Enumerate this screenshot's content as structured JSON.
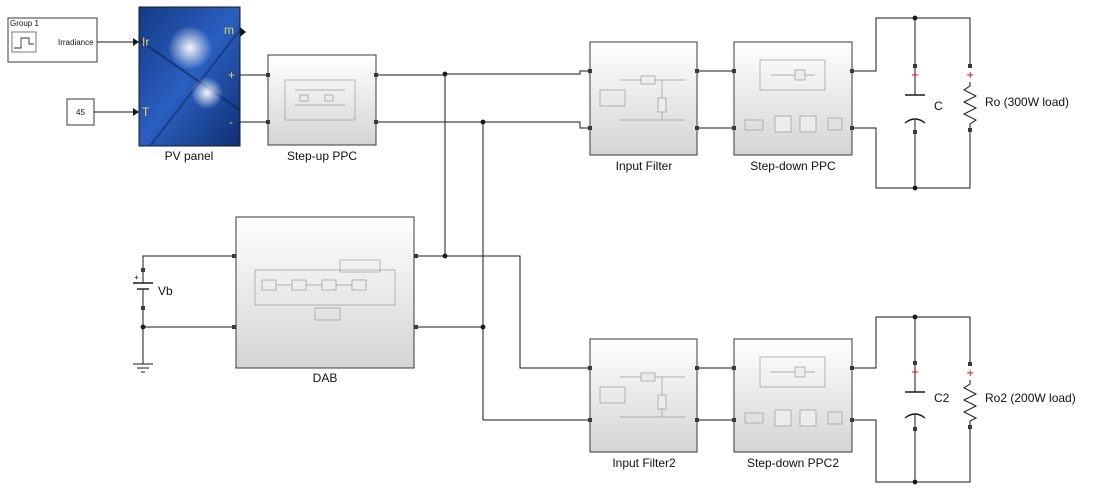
{
  "blocks": {
    "signal_builder": {
      "title": "Group 1",
      "signal": "Irradiance"
    },
    "constant": {
      "value": "45"
    },
    "pv_panel": {
      "label": "PV panel",
      "port_ir": "Ir",
      "port_t": "T",
      "port_m": "m",
      "port_plus": "+",
      "port_minus": "-"
    },
    "step_up": {
      "label": "Step-up PPC"
    },
    "dab": {
      "label": "DAB"
    },
    "battery": {
      "label": "Vb",
      "plus": "+"
    },
    "input_filter_1": {
      "label": "Input Filter"
    },
    "step_down_1": {
      "label": "Step-down PPC"
    },
    "input_filter_2": {
      "label": "Input Filter2"
    },
    "step_down_2": {
      "label": "Step-down PPC2"
    },
    "capacitor_1": {
      "label": "C",
      "plus": "+"
    },
    "resistor_1": {
      "label": "Ro (300W load)",
      "plus": "+"
    },
    "capacitor_2": {
      "label": "C2",
      "plus": "+"
    },
    "resistor_2": {
      "label": "Ro2 (200W load)",
      "plus": "+"
    }
  },
  "colors": {
    "wire": "#1a1a1a",
    "block_fill_top": "#ffffff",
    "block_fill_bottom": "#d6d6d6",
    "pv_blue": "#1f4fa8",
    "pv_text": "#e8d44d",
    "polarity_red": "#cc0000"
  }
}
